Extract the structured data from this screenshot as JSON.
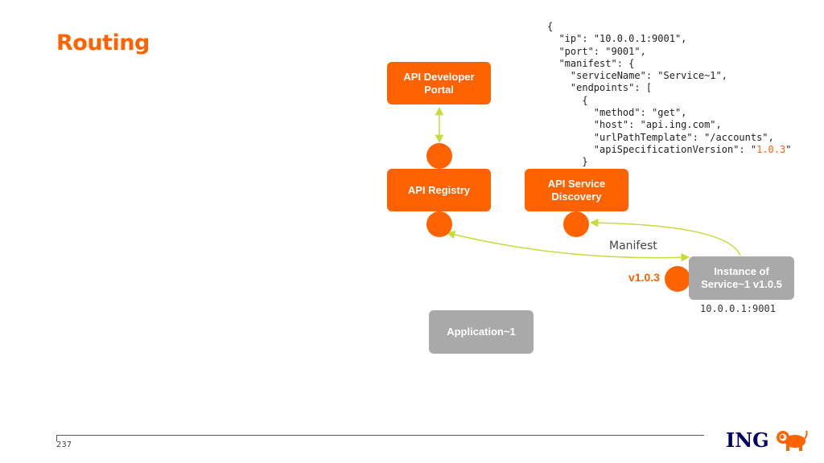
{
  "slide": {
    "title": "Routing",
    "page_number": "237"
  },
  "boxes": {
    "api_developer_portal": "API Developer\nPortal",
    "api_registry": "API Registry",
    "api_service_discovery": "API Service\nDiscovery",
    "instance": "Instance of\nService~1 v1.0.5",
    "application": "Application~1"
  },
  "labels": {
    "manifest": "Manifest",
    "version": "v1.0.3",
    "address": "10.0.0.1:9001"
  },
  "json_snippet": {
    "lines_before_version": "{\n  \"ip\": \"10.0.0.1:9001\",\n  \"port\": \"9001\",\n  \"manifest\": {\n    \"serviceName\": \"Service~1\",\n    \"endpoints\": [\n      {\n        \"method\": \"get\",\n        \"host\": \"api.ing.com\",\n        \"urlPathTemplate\": \"/accounts\",\n        \"apiSpecificationVersion\": \"",
    "version": "1.0.3",
    "lines_after_version": "\"\n      }"
  },
  "logo": {
    "text": "ING",
    "icon": "lion-icon"
  },
  "colors": {
    "accent": "#ff6200",
    "grey_box": "#a9a9a9",
    "connector": "#c5dc3a",
    "logo_blue": "#000066"
  }
}
